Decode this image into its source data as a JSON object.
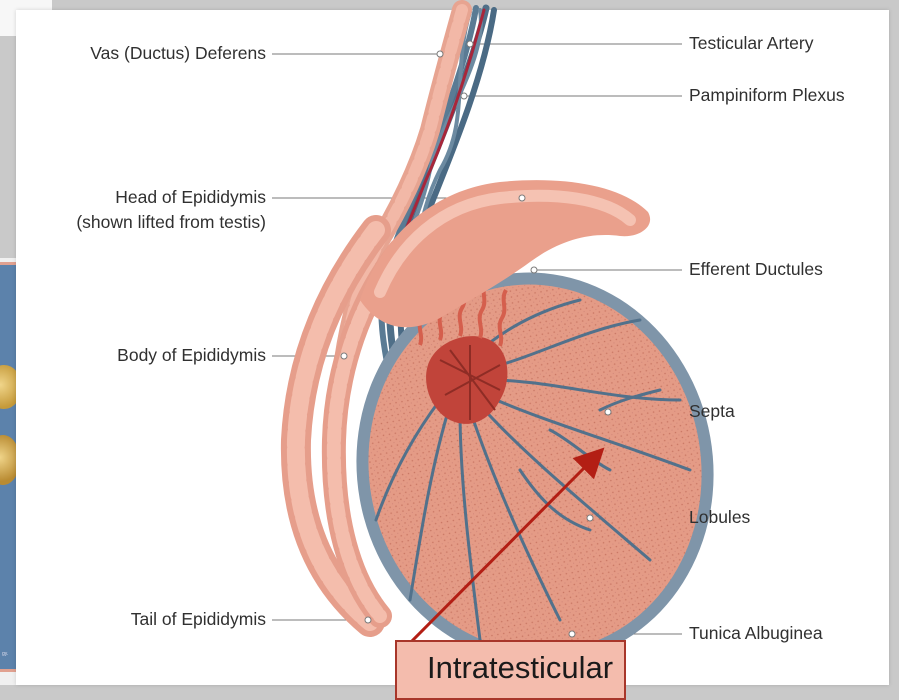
{
  "labels": {
    "vas_deferens": "Vas (Ductus) Deferens",
    "head_epididymis": "Head of Epididymis",
    "head_epididymis_note": "(shown lifted from testis)",
    "body_epididymis": "Body of Epididymis",
    "tail_epididymis": "Tail of Epididymis",
    "testicular_artery": "Testicular Artery",
    "pampiniform_plexus": "Pampiniform Plexus",
    "efferent_ductules": "Efferent Ductules",
    "septa": "Septa",
    "lobules": "Lobules",
    "tunica_albuginea": "Tunica Albuginea"
  },
  "callout": {
    "text": "Intratesticular"
  },
  "colors": {
    "tunica": "#8aa0b4",
    "testis_fill": "#e49b86",
    "epididymis": "#f0ab98",
    "rete": "#c1443a",
    "vessel": "#4f6f88",
    "artery": "#a8263a",
    "arrow": "#b31e14"
  }
}
